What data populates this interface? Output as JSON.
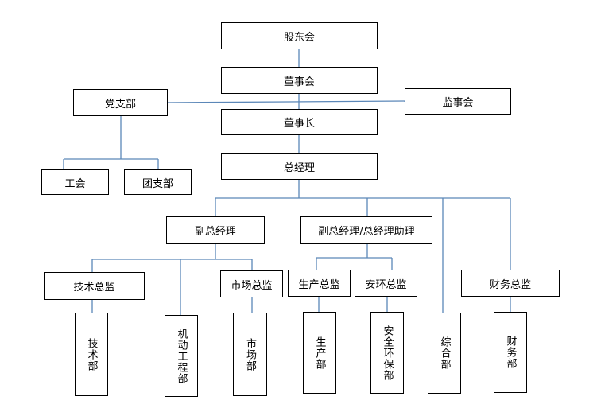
{
  "nodes": {
    "gudonghui": "股东会",
    "dongshihui": "董事会",
    "dangzhibu": "党支部",
    "jianshihui": "监事会",
    "dongshizhang": "董事长",
    "gonghui": "工会",
    "tuanzhibu": "团支部",
    "zongjingli": "总经理",
    "fuzongjingli": "副总经理",
    "fuzongjingli_zhuli": "副总经理/总经理助理",
    "jishu_zongjian": "技术总监",
    "shichang_zongjian": "市场总监",
    "shengchan_zongjian": "生产总监",
    "anhuan_zongjian": "安环总监",
    "caiwu_zongjian": "财务总监",
    "jishubu": "技术部",
    "jidong_gongchengbu": "机动工程部",
    "shichangbu": "市场部",
    "shengchanbu": "生产部",
    "anquan_huanbaobu": "安全环保部",
    "zonghebu": "综合部",
    "caiwubu": "财务部"
  },
  "colors": {
    "connector": "#5b87b8",
    "border": "#000000"
  }
}
